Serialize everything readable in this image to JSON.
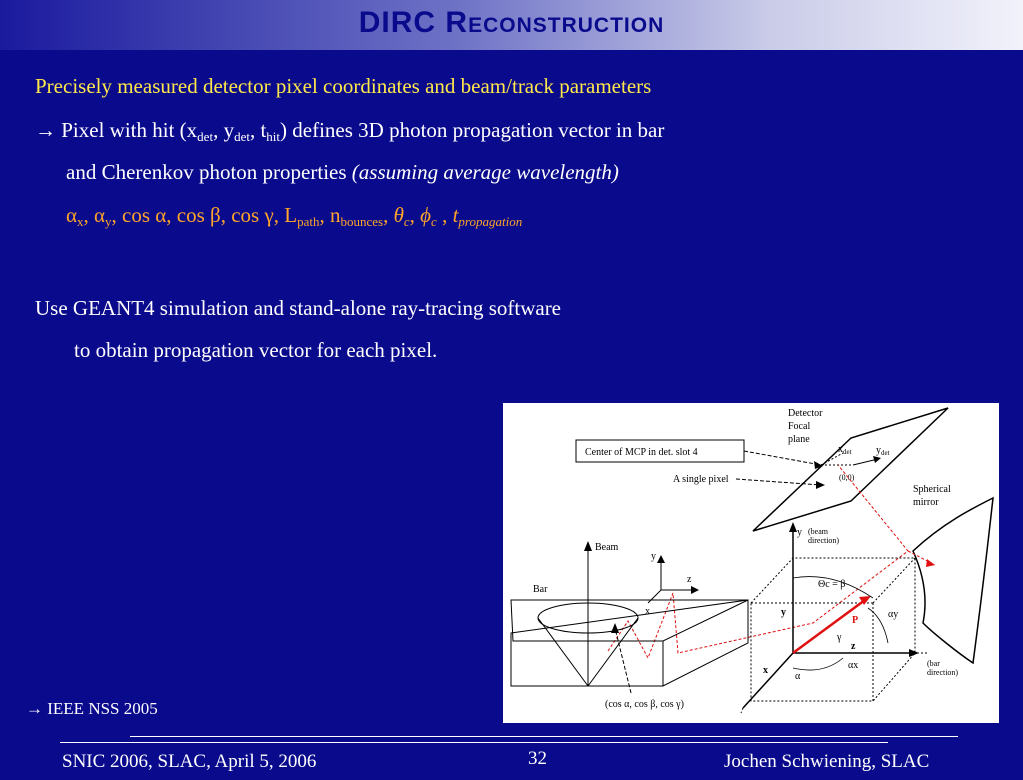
{
  "title": "DIRC Reconstruction",
  "body": {
    "line1": "Precisely measured detector pixel coordinates and beam/track parameters",
    "line2": {
      "arrow": "→",
      "text_a": " Pixel with hit (x",
      "sub_a": "det",
      "text_b": ", y",
      "sub_b": "det",
      "text_c": ", t",
      "sub_c": "hit",
      "text_d": ") defines 3D photon propagation vector in bar"
    },
    "line3": {
      "text": "and Cherenkov photon properties ",
      "italic": "(assuming average wavelength)"
    },
    "line4": {
      "alpha_x": "α",
      "sub_x": "x",
      "sep1": ", α",
      "sub_y": "y",
      "cos_terms": ", cos α, cos β, cos γ, L",
      "sub_path": "path",
      "n_text": ", n",
      "sub_bounces": "bounces",
      "sep2": ", ",
      "theta": "θ",
      "sub_c1": "c",
      "sep3": ", ",
      "phi": "ϕ",
      "sub_c2": "c",
      "sep4": " , ",
      "t": "t",
      "sub_prop": "propagation"
    },
    "line5": "Use GEANT4 simulation and stand-alone ray-tracing software",
    "line6": "to obtain propagation vector for each pixel."
  },
  "figure": {
    "detector_label": [
      "Detector",
      "Focal",
      "plane"
    ],
    "center_box": "Center of MCP in det. slot 4",
    "single_pixel": "A single pixel",
    "x_det": "x",
    "y_det": "y",
    "det_sub": "det",
    "origin": "(0,0)",
    "mirror": [
      "Spherical",
      "mirror"
    ],
    "beam": "Beam",
    "bar": "Bar",
    "axis_y": "y",
    "axis_z": "z",
    "axis_x": "x",
    "beam_dir": [
      "(beam",
      "direction)"
    ],
    "theta_eq": "Θc = β",
    "p_label": "P",
    "gamma": "γ",
    "alpha": "α",
    "alpha_x": "αx",
    "alpha_y": "αy",
    "bar_dir": [
      "(bar",
      "direction)"
    ],
    "cosines": "(cos α,  cos β,  cos γ)",
    "small_y": "y",
    "small_z": "z",
    "small_x": "x"
  },
  "reference": "→ IEEE NSS 2005",
  "footer": {
    "left": "SNIC 2006, SLAC, April 5, 2006",
    "page": "32",
    "right": "Jochen Schwiening, SLAC"
  },
  "colors": {
    "background": "#0a0a8c",
    "heading_yellow": "#ffe84a",
    "symbols_orange": "#ffa52a"
  }
}
